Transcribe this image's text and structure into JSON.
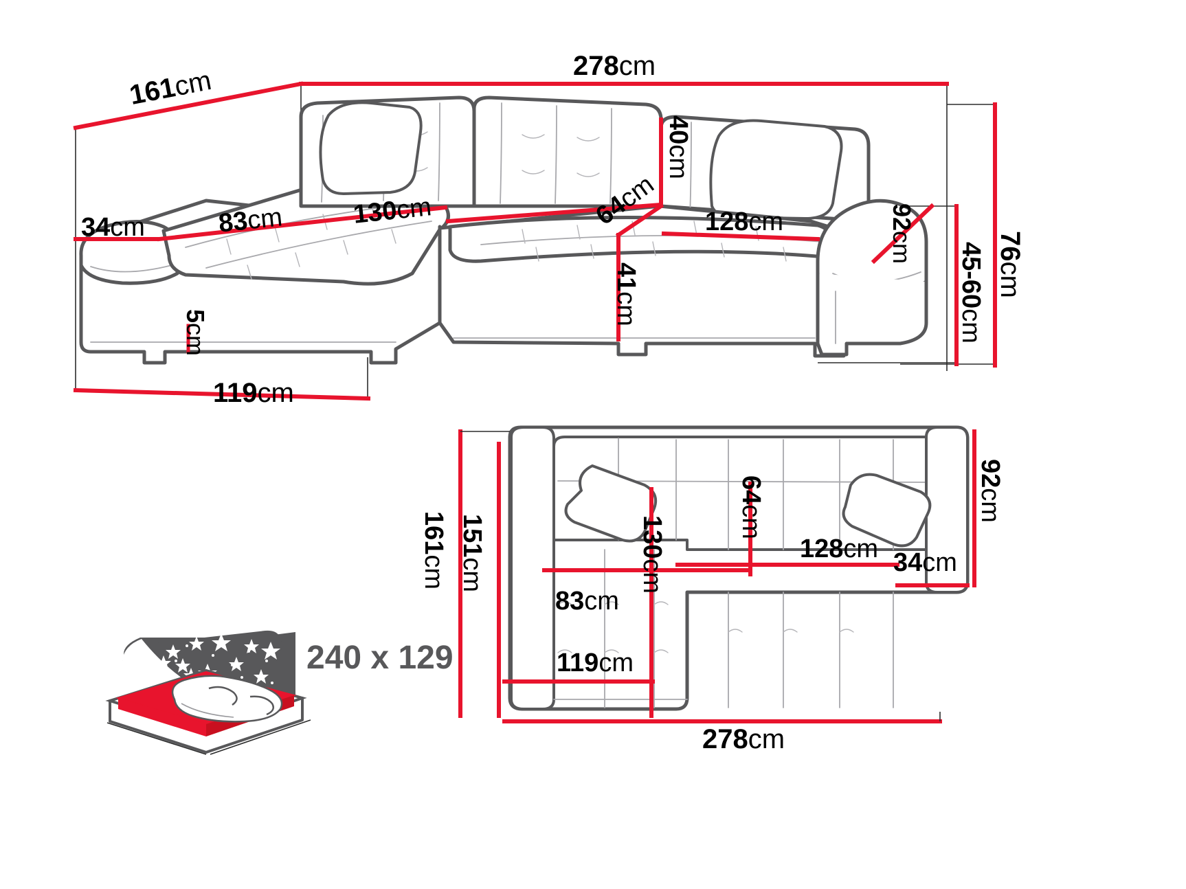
{
  "diagram": {
    "title": "Corner sofa bed dimension drawing",
    "unit": "cm",
    "colors": {
      "dimension_line": "#e8142d",
      "outline": "#58585a",
      "detail_line": "#9a9a9e",
      "label_text": "#000000",
      "bed_icon_night": "#58585a",
      "bed_icon_mattress": "#e8142d",
      "bed_icon_linen": "#ffffff"
    }
  },
  "views": {
    "perspective": {
      "name": "perspective-view",
      "labels": [
        {
          "id": "depth-chaise",
          "number": "161",
          "unit": "cm",
          "orientation": "horizontal"
        },
        {
          "id": "total-width",
          "number": "278",
          "unit": "cm",
          "orientation": "horizontal"
        },
        {
          "id": "arm-width-left",
          "number": "34",
          "unit": "cm",
          "orientation": "horizontal"
        },
        {
          "id": "chaise-seat-width",
          "number": "83",
          "unit": "cm",
          "orientation": "horizontal"
        },
        {
          "id": "chaise-seat-depth",
          "number": "130",
          "unit": "cm",
          "orientation": "horizontal"
        },
        {
          "id": "backrest-height",
          "number": "40",
          "unit": "cm",
          "orientation": "vertical"
        },
        {
          "id": "corner-seat",
          "number": "64",
          "unit": "cm",
          "orientation": "diagonal"
        },
        {
          "id": "main-seat-width",
          "number": "128",
          "unit": "cm",
          "orientation": "horizontal"
        },
        {
          "id": "seat-depth-right",
          "number": "92",
          "unit": "cm",
          "orientation": "diagonal"
        },
        {
          "id": "seat-height",
          "number": "41",
          "unit": "cm",
          "orientation": "vertical"
        },
        {
          "id": "leg-height",
          "number": "5",
          "unit": "cm",
          "orientation": "vertical"
        },
        {
          "id": "chaise-base-depth",
          "number": "119",
          "unit": "cm",
          "orientation": "horizontal"
        },
        {
          "id": "armrest-height",
          "number": "45-60",
          "unit": "cm",
          "orientation": "vertical"
        },
        {
          "id": "total-height",
          "number": "76",
          "unit": "cm",
          "orientation": "vertical"
        }
      ]
    },
    "top": {
      "name": "top-view",
      "labels": [
        {
          "id": "top-overall-depth",
          "number": "161",
          "unit": "cm",
          "orientation": "vertical"
        },
        {
          "id": "top-inner-depth",
          "number": "151",
          "unit": "cm",
          "orientation": "vertical"
        },
        {
          "id": "top-chaise-depth",
          "number": "130",
          "unit": "cm",
          "orientation": "vertical"
        },
        {
          "id": "top-corner-depth",
          "number": "64",
          "unit": "cm",
          "orientation": "vertical"
        },
        {
          "id": "top-chaise-seat",
          "number": "83",
          "unit": "cm",
          "orientation": "horizontal"
        },
        {
          "id": "top-main-seat-width",
          "number": "128",
          "unit": "cm",
          "orientation": "horizontal"
        },
        {
          "id": "top-arm-width",
          "number": "34",
          "unit": "cm",
          "orientation": "horizontal"
        },
        {
          "id": "top-right-depth",
          "number": "92",
          "unit": "cm",
          "orientation": "vertical"
        },
        {
          "id": "top-chaise-base",
          "number": "119",
          "unit": "cm",
          "orientation": "horizontal"
        },
        {
          "id": "top-overall-width",
          "number": "278",
          "unit": "cm",
          "orientation": "horizontal"
        }
      ]
    }
  },
  "bed_icon": {
    "name": "sleeping-bed-icon",
    "sleep_area_label": "240 x 129"
  }
}
